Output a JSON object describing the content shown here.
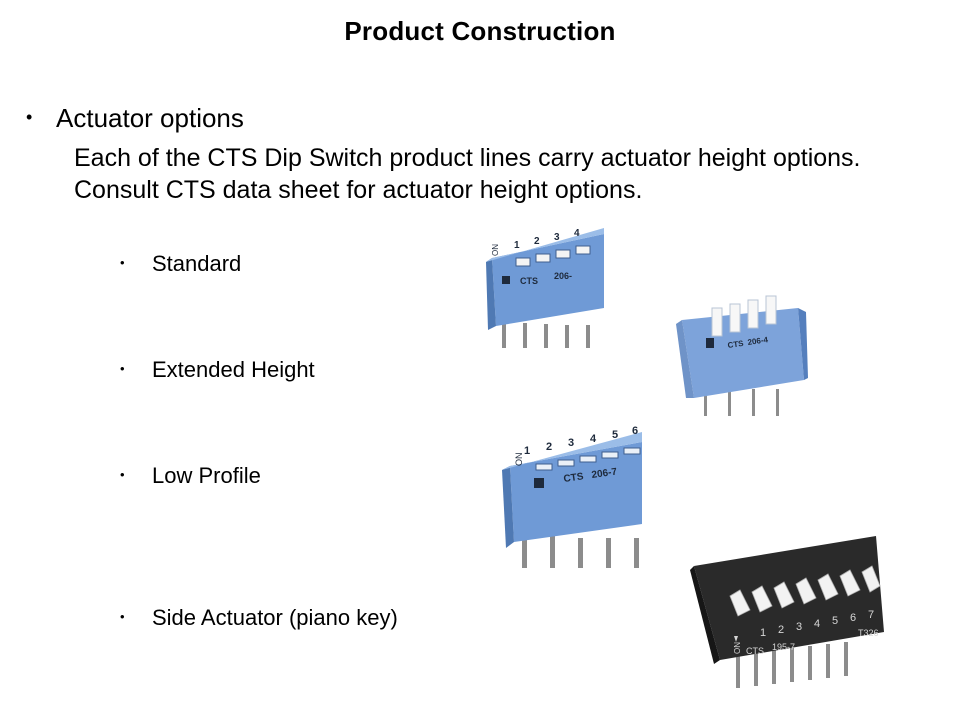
{
  "slide": {
    "title": "Product Construction",
    "main_bullet": "Actuator options",
    "body": "Each of the CTS Dip Switch product lines carry actuator height options. Consult CTS data sheet for actuator height options.",
    "sub_bullets": [
      {
        "label": "Standard"
      },
      {
        "label": "Extended Height"
      },
      {
        "label": "Low Profile"
      },
      {
        "label": "Side Actuator (piano key)"
      }
    ]
  },
  "images": {
    "standard": {
      "numbers": [
        "1",
        "2",
        "3",
        "4"
      ],
      "markings": [
        "ON",
        "CTS",
        "206-"
      ]
    },
    "extended": {
      "markings": [
        "CTS",
        "206-4"
      ]
    },
    "low_profile": {
      "numbers": [
        "1",
        "2",
        "3",
        "4",
        "5",
        "6"
      ],
      "markings": [
        "ON",
        "CTS",
        "206-7"
      ]
    },
    "side_actuator": {
      "numbers": [
        "1",
        "2",
        "3",
        "4",
        "5",
        "6",
        "7"
      ],
      "markings": [
        "ON",
        "CTS",
        "195-7",
        "T326"
      ]
    }
  },
  "colors": {
    "switch_blue": "#6f9ad6",
    "switch_black": "#2a2a2a",
    "pin": "#8c8c8c"
  }
}
